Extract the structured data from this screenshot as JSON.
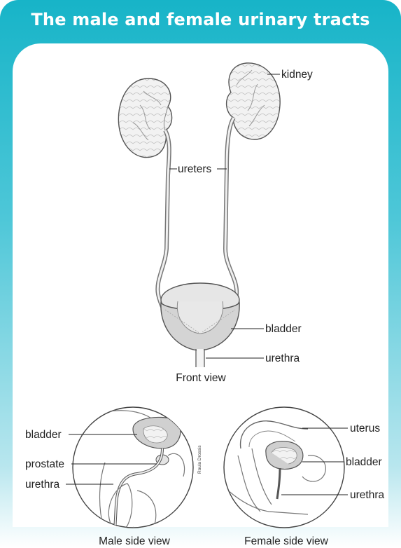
{
  "title": "The male and female urinary tracts",
  "front": {
    "labels": {
      "kidney": "kidney",
      "ureters": "ureters",
      "bladder": "bladder",
      "urethra": "urethra"
    },
    "caption": "Front view"
  },
  "male": {
    "labels": {
      "bladder": "bladder",
      "prostate": "prostate",
      "urethra": "urethra"
    },
    "caption": "Male side view",
    "signature": "Roula Drossis"
  },
  "female": {
    "labels": {
      "uterus": "uterus",
      "bladder": "bladder",
      "urethra": "urethra"
    },
    "caption": "Female side view"
  },
  "colors": {
    "accent": "#17b4c8",
    "tissue": "#d9d9d9",
    "outline": "#555555"
  }
}
